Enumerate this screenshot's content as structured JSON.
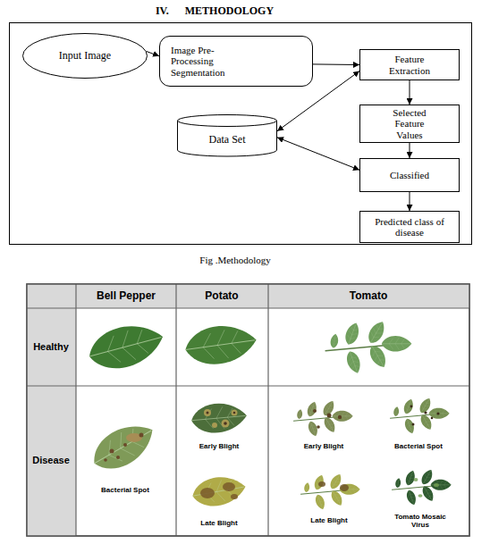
{
  "diagram": {
    "title": "IV.      METHODOLOGY",
    "caption": "Fig .Methodology",
    "nodes": [
      {
        "text": [
          "Input Image"
        ]
      },
      {
        "text": [
          "Image Pre-Processing Segmentation"
        ]
      },
      {
        "text": [
          "Feature Extraction"
        ]
      },
      {
        "text": [
          "Data Set"
        ]
      },
      {
        "text": [
          "Selected Feature Values"
        ]
      },
      {
        "text": [
          "Classified"
        ]
      },
      {
        "text": [
          "Predicted class of disease"
        ]
      }
    ],
    "edges": [
      {
        "from": 0,
        "to": 1,
        "arrow": "to"
      },
      {
        "from": 1,
        "to": 2,
        "arrow": "to"
      },
      {
        "from": 2,
        "to": 4,
        "arrow": "to"
      },
      {
        "from": 3,
        "to": 2,
        "arrow": "both"
      },
      {
        "from": 3,
        "to": 5,
        "arrow": "both"
      },
      {
        "from": 4,
        "to": 5,
        "arrow": "to"
      },
      {
        "from": 5,
        "to": 6,
        "arrow": "to"
      }
    ],
    "labels": [
      "Bell Pepper",
      "Potato",
      "Tomato",
      "Healthy",
      "Disease",
      "Bacterial Spot",
      "Early Blight",
      "Early Blight",
      "Bacterial Spot",
      "Late Blight",
      "Late Blight",
      "Tomato Mosaic Virus"
    ]
  }
}
